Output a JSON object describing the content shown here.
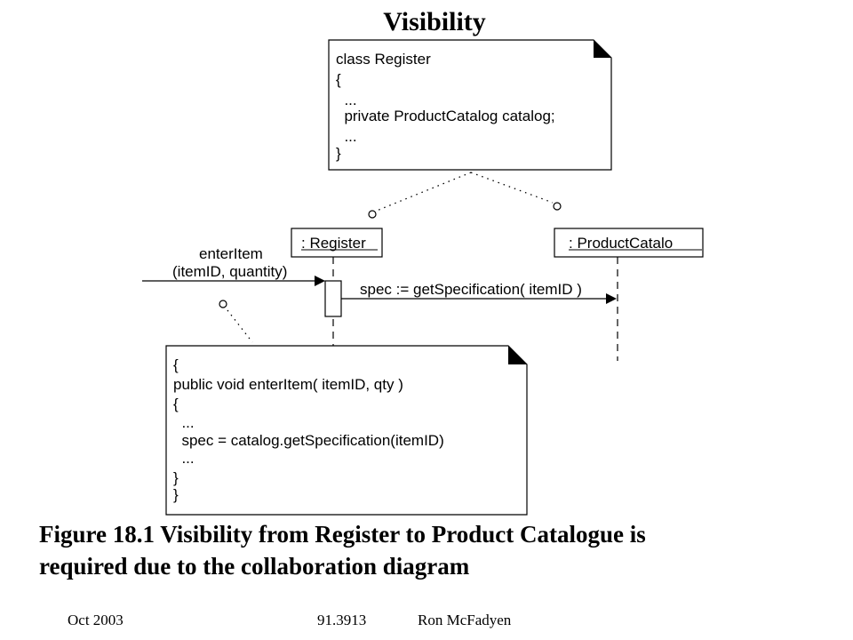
{
  "title": "Visibility",
  "note_class": {
    "lines": [
      "class Register",
      "{",
      "  ...",
      "  private ProductCatalog catalog;",
      "  ...",
      "}"
    ]
  },
  "note_method": {
    "lines": [
      "{",
      "public void enterItem( itemID, qty )",
      "{",
      "  ...",
      "  spec = catalog.getSpecification(itemID)",
      "  ...",
      "}",
      "}"
    ]
  },
  "objects": {
    "register": ": Register",
    "catalog": ": ProductCatalo"
  },
  "messages": {
    "incoming_line1": "enterItem",
    "incoming_line2": "(itemID, quantity)",
    "outgoing": "spec := getSpecification( itemID )"
  },
  "caption": {
    "line1": "Figure 18.1 Visibility from Register to Product Catalogue is",
    "line2": "required due to the collaboration diagram"
  },
  "footer": {
    "date": "Oct 2003",
    "course": "91.3913",
    "author": "Ron McFadyen"
  }
}
